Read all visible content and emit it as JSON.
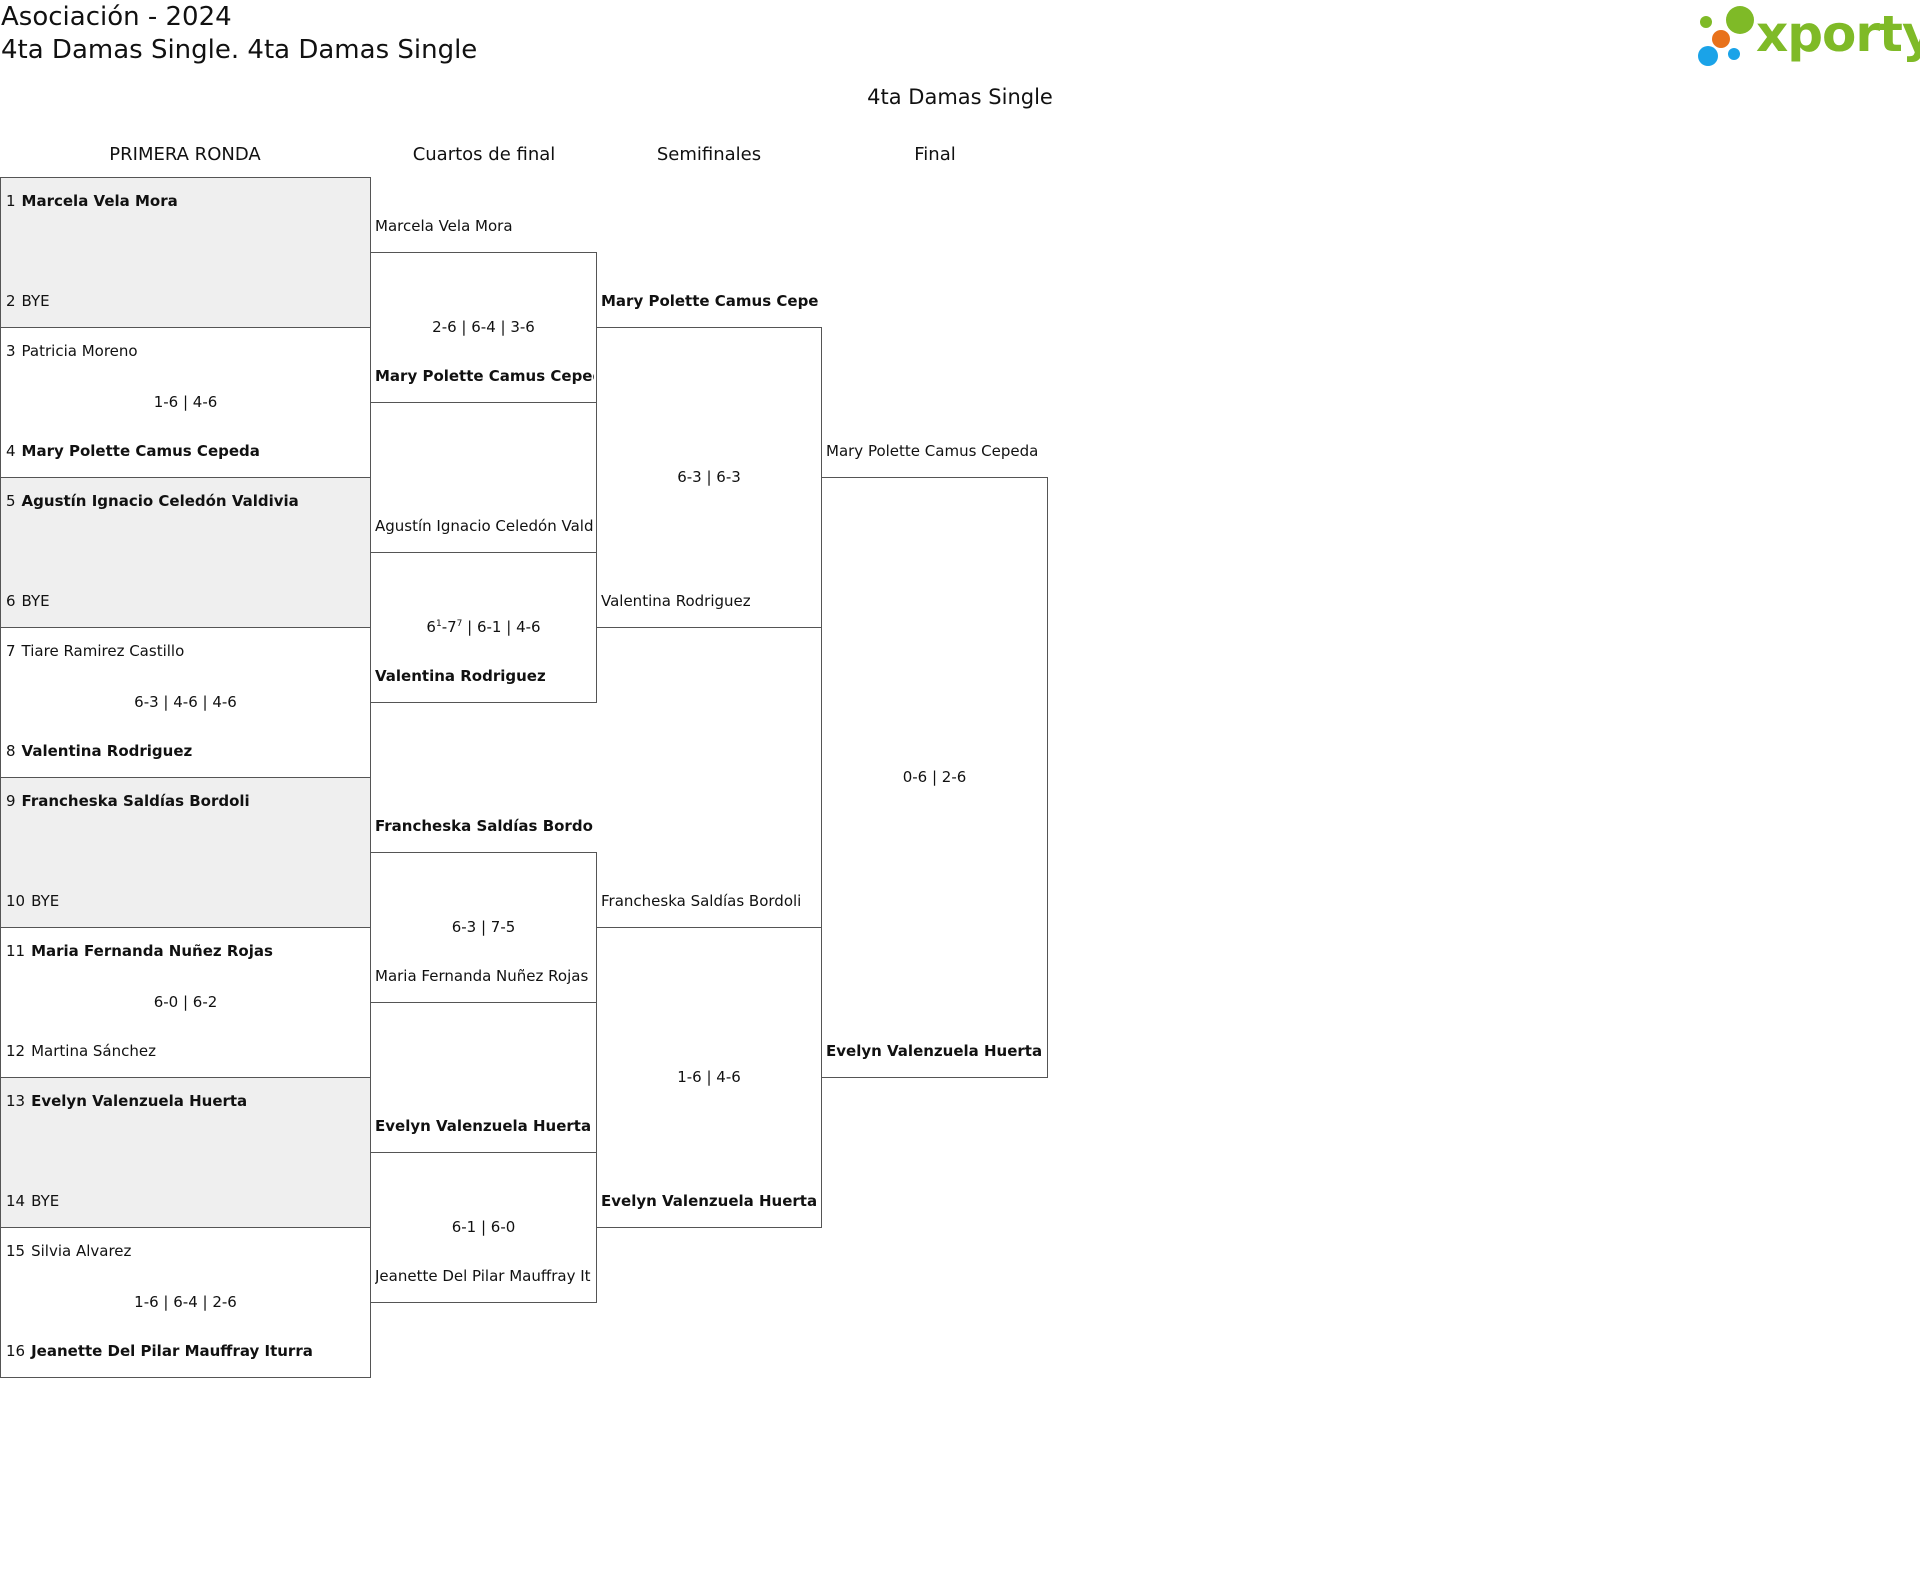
{
  "header": {
    "line1": "Asociación - 2024",
    "line2": "4ta Damas Single. 4ta Damas Single"
  },
  "logo": {
    "text": "xporty",
    "colors": {
      "green": "#7fba27",
      "orange": "#e8711a",
      "blue": "#1aa3e8"
    }
  },
  "draw_title": "4ta Damas Single",
  "rounds": [
    "PRIMERA RONDA",
    "Cuartos de final",
    "Semifinales",
    "Final"
  ],
  "first_round": [
    {
      "top": {
        "seed": "1",
        "name": "Marcela Vela Mora",
        "winner": true
      },
      "bottom": {
        "seed": "2",
        "name": "BYE",
        "winner": false
      },
      "score": "",
      "bye": true
    },
    {
      "top": {
        "seed": "3",
        "name": "Patricia Moreno",
        "winner": false
      },
      "bottom": {
        "seed": "4",
        "name": "Mary Polette Camus Cepeda",
        "winner": true
      },
      "score": "1-6 | 4-6",
      "bye": false
    },
    {
      "top": {
        "seed": "5",
        "name": "Agustín Ignacio Celedón Valdivia",
        "winner": true
      },
      "bottom": {
        "seed": "6",
        "name": "BYE",
        "winner": false
      },
      "score": "",
      "bye": true
    },
    {
      "top": {
        "seed": "7",
        "name": "Tiare Ramirez Castillo",
        "winner": false
      },
      "bottom": {
        "seed": "8",
        "name": "Valentina Rodriguez",
        "winner": true
      },
      "score": "6-3 | 4-6 | 4-6",
      "bye": false
    },
    {
      "top": {
        "seed": "9",
        "name": "Francheska Saldías Bordoli",
        "winner": true
      },
      "bottom": {
        "seed": "10",
        "name": "BYE",
        "winner": false
      },
      "score": "",
      "bye": true
    },
    {
      "top": {
        "seed": "11",
        "name": "Maria Fernanda Nuñez Rojas",
        "winner": true
      },
      "bottom": {
        "seed": "12",
        "name": "Martina Sánchez",
        "winner": false
      },
      "score": "6-0 | 6-2",
      "bye": false
    },
    {
      "top": {
        "seed": "13",
        "name": "Evelyn Valenzuela Huerta",
        "winner": true
      },
      "bottom": {
        "seed": "14",
        "name": "BYE",
        "winner": false
      },
      "score": "",
      "bye": true
    },
    {
      "top": {
        "seed": "15",
        "name": "Silvia Alvarez",
        "winner": false
      },
      "bottom": {
        "seed": "16",
        "name": "Jeanette Del Pilar Mauffray Iturra",
        "winner": true
      },
      "score": "1-6 | 6-4 | 2-6",
      "bye": false
    }
  ],
  "quarterfinals": [
    {
      "top": {
        "name": "Marcela Vela Mora",
        "winner": false
      },
      "bottom": {
        "name": "Mary Polette Camus Cepeda",
        "winner": true
      },
      "score": "2-6 | 6-4 | 3-6"
    },
    {
      "top": {
        "name": "Agustín Ignacio Celedón Vald",
        "winner": false
      },
      "bottom": {
        "name": "Valentina Rodriguez",
        "winner": true
      },
      "score_parts": {
        "set1_a": "6",
        "set1_a_tb": "1",
        "set1_b": "7",
        "set1_b_tb": "7",
        "rest": " | 6-1 | 4-6"
      }
    },
    {
      "top": {
        "name": "Francheska Saldías Bordoli",
        "winner": true
      },
      "bottom": {
        "name": "Maria Fernanda Nuñez Rojas",
        "winner": false
      },
      "score": "6-3 | 7-5"
    },
    {
      "top": {
        "name": "Evelyn Valenzuela Huerta",
        "winner": true
      },
      "bottom": {
        "name": "Jeanette Del Pilar Mauffray It",
        "winner": false
      },
      "score": "6-1 | 6-0"
    }
  ],
  "semifinals": [
    {
      "top": {
        "name": "Mary Polette Camus Cepeda",
        "winner": true
      },
      "bottom": {
        "name": "Valentina Rodriguez",
        "winner": false
      },
      "score": "6-3 | 6-3"
    },
    {
      "top": {
        "name": "Francheska Saldías Bordoli",
        "winner": false
      },
      "bottom": {
        "name": "Evelyn Valenzuela Huerta",
        "winner": true
      },
      "score": "1-6 | 4-6"
    }
  ],
  "final": {
    "top": {
      "name": "Mary Polette Camus Cepeda",
      "winner": false
    },
    "bottom": {
      "name": "Evelyn Valenzuela Huerta",
      "winner": true
    },
    "score": "0-6 | 2-6"
  }
}
